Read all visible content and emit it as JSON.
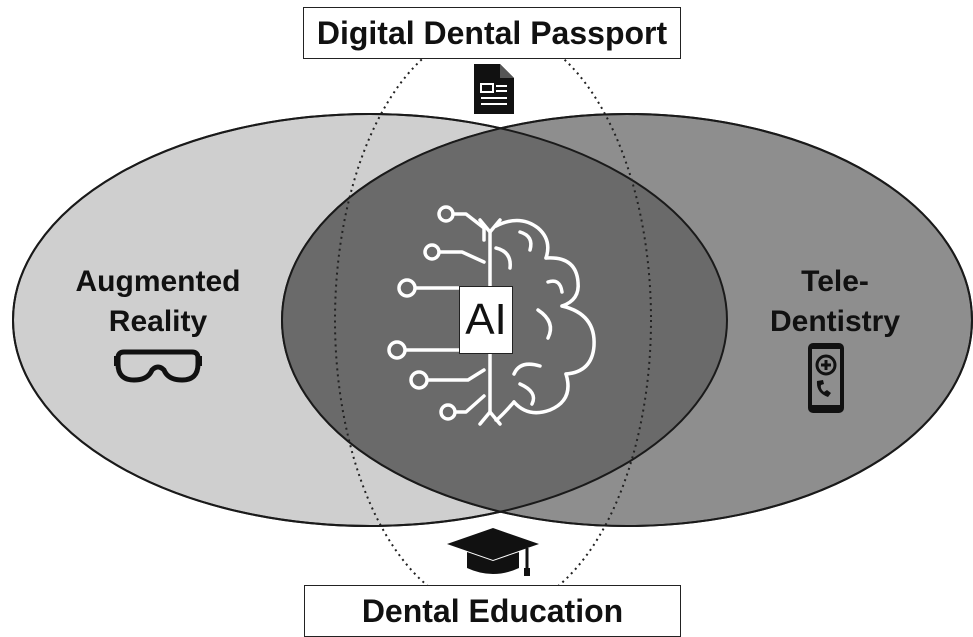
{
  "colors": {
    "left_oval": "#cfcfcf",
    "right_oval": "#8e8e8e",
    "center_overlap": "#6a6a6a",
    "stroke": "#1a1a1a",
    "brain_line": "#ffffff"
  },
  "top_label": "Digital Dental Passport",
  "bottom_label": "Dental Education",
  "left_label": {
    "line1": "Augmented",
    "line2": "Reality"
  },
  "right_label": {
    "line1": "Tele-",
    "line2": "Dentistry"
  },
  "center_label": "AI",
  "icons": {
    "top": "document-icon",
    "bottom": "graduation-cap-icon",
    "left": "vr-goggles-icon",
    "right": "telemedicine-phone-icon",
    "center": "circuit-brain-icon"
  }
}
